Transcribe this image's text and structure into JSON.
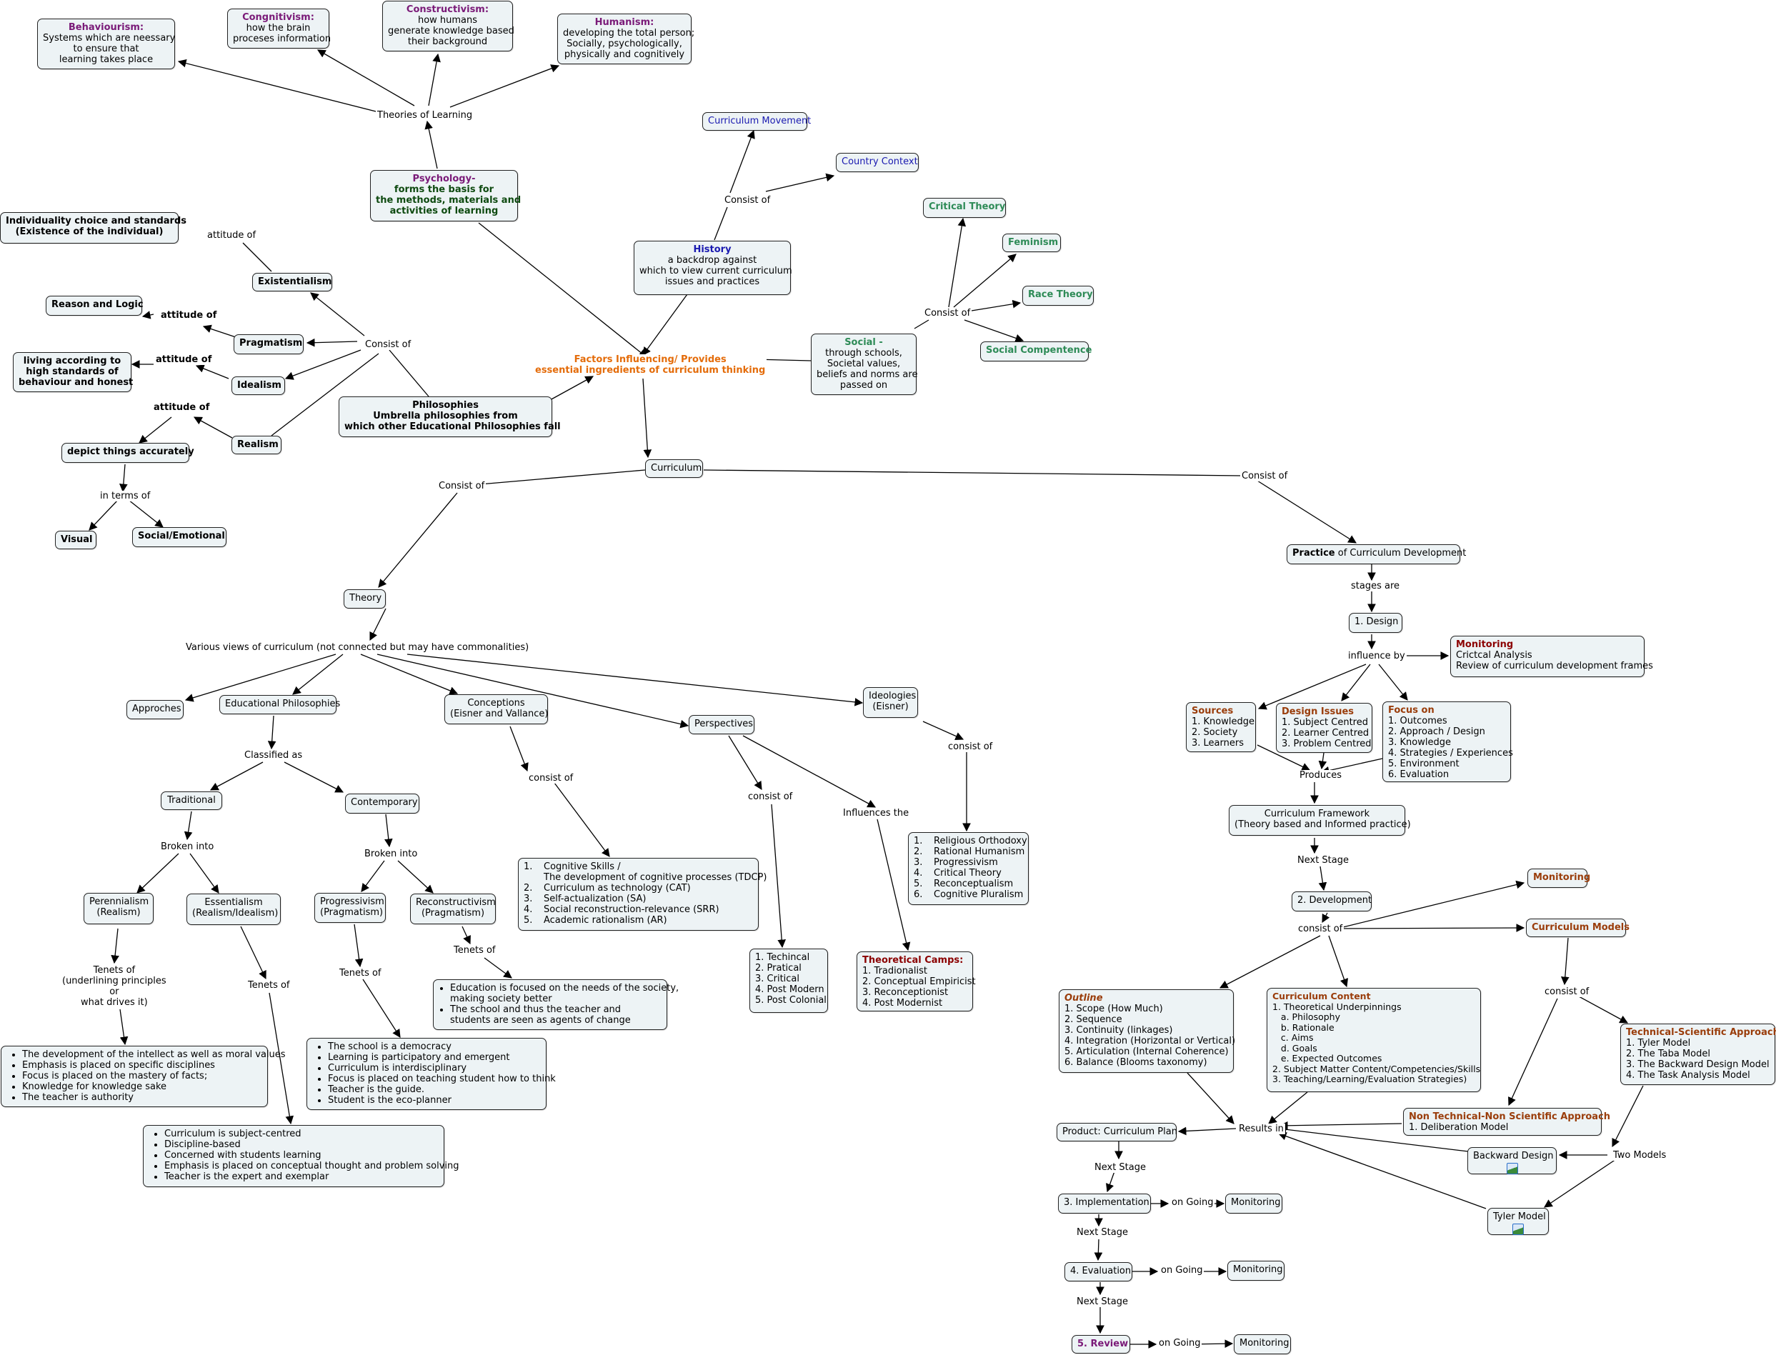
{
  "learning_theories": {
    "hub": "Theories of Learning",
    "behaviourism": {
      "title": "Behaviourism:",
      "lines": [
        "Systems which are neessary",
        "to ensure that",
        "learning takes place"
      ]
    },
    "cognitivism": {
      "title": "Congnitivism:",
      "lines": [
        "how the brain",
        "proceses information"
      ]
    },
    "constructivism": {
      "title": "Constructivism:",
      "lines": [
        "how humans",
        "generate knowledge based",
        "their background"
      ]
    },
    "humanism": {
      "title": "Humanism:",
      "lines": [
        "developing the total person;",
        "Socially, psychologically,",
        "physically and cognitively"
      ]
    }
  },
  "psychology": {
    "title": "Psychology-",
    "lines": [
      "forms the basis for",
      "the methods, materials and",
      "activities of learning"
    ]
  },
  "philosophies": {
    "node": {
      "lines": [
        "Philosophies",
        "Umbrella philosophies from",
        "which other Educational Philosophies fall"
      ]
    },
    "consist_of": "Consist of",
    "existentialism": "Existentialism",
    "existentialism_link": "attitude of",
    "existentialism_target": [
      "Individuality choice and standards",
      "(Existence of the individual)"
    ],
    "pragmatism": "Pragmatism",
    "pragmatism_link": "attitude of",
    "pragmatism_target": "Reason and Logic",
    "idealism": "Idealism",
    "idealism_link": "attitude of",
    "idealism_target": [
      "living according to",
      "high standards of",
      "behaviour and honest"
    ],
    "realism": "Realism",
    "realism_link": "attitude of",
    "realism_target": "depict things accurately",
    "in_terms_of": "in terms of",
    "visual": "Visual",
    "social_emotional": "Social/Emotional"
  },
  "history": {
    "title": "History",
    "lines": [
      "a backdrop against",
      "which to view current curriculum",
      "issues and practices"
    ],
    "consist_of": "Consist of",
    "curriculum_movement": "Curriculum Movement",
    "country_context": "Country Context"
  },
  "social": {
    "title": "Social -",
    "lines": [
      "through schools,",
      "Societal values,",
      "beliefs and norms are",
      "passed on"
    ],
    "consist_of": "Consist of",
    "critical_theory": "Critical Theory",
    "feminism": "Feminism",
    "race_theory": "Race Theory",
    "social_competence": "Social Compentence"
  },
  "factors": {
    "lines": [
      "Factors Influencing/ Provides",
      "essential ingredients of curriculum thinking"
    ]
  },
  "curriculum": {
    "label": "Curriculum",
    "consist_left": "Consist of",
    "consist_right": "Consist of"
  },
  "theory": {
    "label": "Theory",
    "various_views": "Various views of curriculum (not connected but may have commonalities)",
    "approches": "Approches",
    "educational_philosophies": "Educational Philosophies",
    "classified_as": "Classified as",
    "traditional": "Traditional",
    "contemporary": "Contemporary",
    "broken_into_trad": "Broken into",
    "broken_into_cont": "Broken into",
    "perennialism": [
      "Perennialism",
      "(Realism)"
    ],
    "essentialism": [
      "Essentialism",
      "(Realism/Idealism)"
    ],
    "progressivism": [
      "Progressivism",
      "(Pragmatism)"
    ],
    "reconstructivism": [
      "Reconstructivism",
      "(Pragmatism)"
    ],
    "perennialism_tenets_label": [
      "Tenets of",
      "(underlining principles",
      "or",
      "what drives it)"
    ],
    "essentialism_tenets_label": "Tenets of",
    "progressivism_tenets_label": "Tenets of",
    "reconstructivism_tenets_label": "Tenets of",
    "perennialism_tenets": [
      "The development of the intellect as well as moral values",
      "Emphasis is placed on specific disciplines",
      "Focus is placed on the mastery of facts;",
      "Knowledge for knowledge sake",
      "The teacher is authority"
    ],
    "essentialism_tenets": [
      "Curriculum is subject-centred",
      "Discipline-based",
      "Concerned with students learning",
      "Emphasis is placed on conceptual thought and problem solving",
      "Teacher is the expert and exemplar"
    ],
    "progressivism_tenets": [
      "The school is a democracy",
      "Learning is participatory and emergent",
      "Curriculum is interdisciplinary",
      "Focus is placed on teaching student how to think",
      "Teacher is the guide.",
      "Student is the eco-planner"
    ],
    "reconstructivism_tenets": [
      [
        "Education is focused on the needs of the society,",
        "making society better"
      ],
      [
        "The school and thus the teacher and",
        "students are seen as agents of change"
      ]
    ],
    "conceptions": [
      "Conceptions",
      "(Eisner and Vallance)"
    ],
    "conceptions_consist": "consist of",
    "conceptions_list": [
      {
        "n": "1.",
        "t": [
          "Cognitive Skills /",
          "The development of cognitive processes (TDCP)"
        ]
      },
      {
        "n": "2.",
        "t": [
          "Curriculum as technology (CAT)"
        ]
      },
      {
        "n": "3.",
        "t": [
          "Self-actualization (SA)"
        ]
      },
      {
        "n": "4.",
        "t": [
          "Social reconstruction-relevance (SRR)"
        ]
      },
      {
        "n": "5.",
        "t": [
          "Academic rationalism (AR)"
        ]
      }
    ],
    "perspectives": "Perspectives",
    "perspectives_consist": "consist of",
    "perspectives_influences": "Influences the",
    "perspectives_list": [
      "1. Techincal",
      "2. Pratical",
      "3. Critical",
      "4. Post Modern",
      "5. Post Colonial"
    ],
    "theoretical_camps": {
      "title": "Theoretical Camps:",
      "items": [
        "1. Tradionalist",
        "2. Conceptual Empiricist",
        "3. Reconceptionist",
        "4. Post Modernist"
      ]
    },
    "ideologies": [
      "Ideologies",
      "(Eisner)"
    ],
    "ideologies_consist": "consist of",
    "ideologies_list": [
      {
        "n": "1.",
        "t": "Religious Orthodoxy"
      },
      {
        "n": "2.",
        "t": "Rational Humanism"
      },
      {
        "n": "3.",
        "t": "Progressivism"
      },
      {
        "n": "4.",
        "t": "Critical Theory"
      },
      {
        "n": "5.",
        "t": "Reconceptualism"
      },
      {
        "n": "6.",
        "t": "Cognitive Pluralism"
      }
    ]
  },
  "practice": {
    "title_bold": "Practice",
    "title_rest": " of Curriculum Development",
    "stages_are": "stages are",
    "design": "1. Design",
    "influence_by": "influence by",
    "monitoring_design": {
      "title": "Monitoring",
      "lines": [
        "Crictcal Analysis",
        "Review of curriculum development frames"
      ]
    },
    "sources": {
      "title": "Sources",
      "items": [
        "1. Knowledge",
        "2. Society",
        "3. Learners"
      ]
    },
    "design_issues": {
      "title": "Design Issues",
      "items": [
        "1. Subject Centred",
        "2. Learner Centred",
        "3. Problem Centred"
      ]
    },
    "focus_on": {
      "title": "Focus on",
      "items": [
        "1. Outcomes",
        "2. Approach / Design",
        "3. Knowledge",
        "4. Strategies / Experiences",
        "5. Environment",
        "6. Evaluation"
      ]
    },
    "produces": "Produces",
    "framework": [
      "Curriculum Framework",
      "(Theory based and Informed practice)"
    ],
    "next_stage_1": "Next Stage",
    "development": "2. Development",
    "dev_consist": "consist of",
    "monitoring_dev": "Monitoring",
    "curriculum_models": "Curriculum Models",
    "models_consist": "consist of",
    "outline": {
      "title": "Outline",
      "items": [
        "1. Scope (How Much)",
        "2. Sequence",
        "3. Continuity (linkages)",
        "4. Integration (Horizontal or Vertical)",
        "5. Articulation (Internal Coherence)",
        "6. Balance (Blooms taxonomy)"
      ]
    },
    "content": {
      "title": "Curriculum Content",
      "items": [
        "1. Theoretical Underpinnings",
        "   a. Philosophy",
        "   b. Rationale",
        "   c. Aims",
        "   d. Goals",
        "   e. Expected Outcomes",
        "2. Subject Matter Content/Competencies/Skills",
        "3. Teaching/Learning/Evaluation Strategies)"
      ]
    },
    "technical": {
      "title": "Technical-Scientific Approach",
      "items": [
        "1. Tyler Model",
        "2. The Taba Model",
        "3. The Backward Design Model",
        "4. The Task Analysis Model"
      ]
    },
    "non_technical": {
      "title": "Non Technical-Non Scientific Approach",
      "items": [
        "1. Deliberation Model"
      ]
    },
    "two_models": "Two Models",
    "backward_design": "Backward Design",
    "tyler_model": "Tyler Model",
    "results_in": "Results in",
    "product": "Product: Curriculum Plan",
    "next_stage_2": "Next Stage",
    "implementation": "3. Implementation",
    "ongoing_1": "on Going",
    "monitoring_1": "Monitoring",
    "next_stage_3": "Next Stage",
    "evaluation": "4. Evaluation",
    "ongoing_2": "on Going",
    "monitoring_2": "Monitoring",
    "next_stage_4": "Next Stage",
    "review": "5. Review",
    "ongoing_3": "on Going",
    "monitoring_3": "Monitoring"
  },
  "colors": {
    "node_fill": "#edf3f5",
    "purple": "#7a1a78",
    "dark_green": "#0e4a10",
    "blue": "#1a1ab0",
    "teal": "#2e8b57",
    "orange": "#e46c0a",
    "brown": "#9a3d0b",
    "dark_red": "#8b0000"
  },
  "icons": {
    "image_attachment": "image-attachment-icon"
  }
}
